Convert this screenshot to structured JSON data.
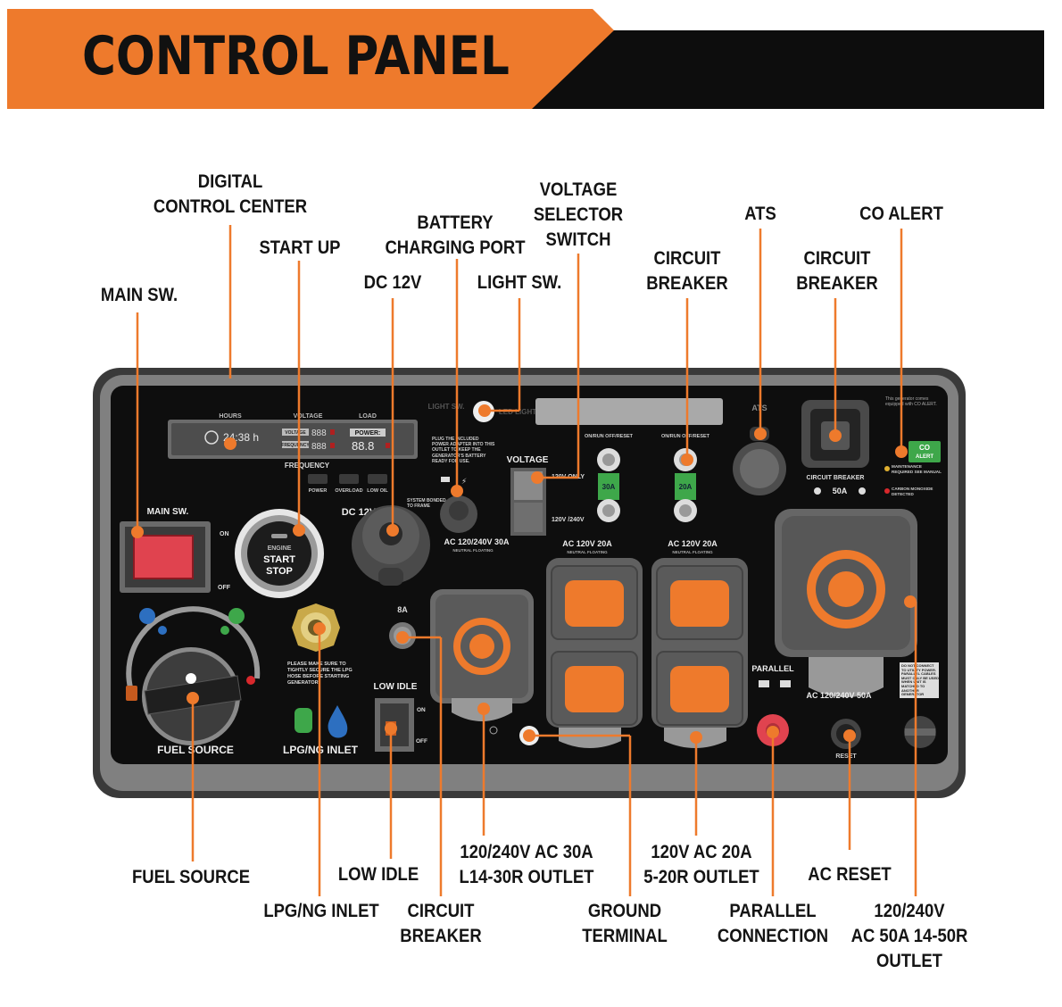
{
  "banner": {
    "title": "CONTROL PANEL",
    "accent": "#ee7a2c",
    "dark": "#0d0d0d"
  },
  "callouts": [
    {
      "id": "digital-control-center",
      "lines": [
        "DIGITAL",
        "CONTROL CENTER"
      ]
    },
    {
      "id": "start-up",
      "lines": [
        "START UP"
      ]
    },
    {
      "id": "main-sw",
      "lines": [
        "MAIN SW."
      ]
    },
    {
      "id": "battery-charging-port",
      "lines": [
        "BATTERY",
        "CHARGING PORT"
      ]
    },
    {
      "id": "dc-12v",
      "lines": [
        "DC 12V"
      ]
    },
    {
      "id": "voltage-selector-switch",
      "lines": [
        "VOLTAGE",
        "SELECTOR",
        "SWITCH"
      ]
    },
    {
      "id": "light-sw",
      "lines": [
        "LIGHT SW."
      ]
    },
    {
      "id": "circuit-breaker-20a",
      "lines": [
        "CIRCUIT",
        "BREAKER"
      ]
    },
    {
      "id": "ats",
      "lines": [
        "ATS"
      ]
    },
    {
      "id": "circuit-breaker-50a",
      "lines": [
        "CIRCUIT",
        "BREAKER"
      ]
    },
    {
      "id": "co-alert",
      "lines": [
        "CO ALERT"
      ]
    },
    {
      "id": "fuel-source",
      "lines": [
        "FUEL SOURCE"
      ]
    },
    {
      "id": "low-idle",
      "lines": [
        "LOW IDLE"
      ]
    },
    {
      "id": "lpg-ng-inlet",
      "lines": [
        "LPG/NG INLET"
      ]
    },
    {
      "id": "circuit-breaker-8a",
      "lines": [
        "CIRCUIT",
        "BREAKER"
      ]
    },
    {
      "id": "l14-30r-outlet",
      "lines": [
        "120/240V AC 30A",
        "L14-30R OUTLET"
      ]
    },
    {
      "id": "ground-terminal",
      "lines": [
        "GROUND",
        "TERMINAL"
      ]
    },
    {
      "id": "5-20r-outlet",
      "lines": [
        "120V AC 20A",
        "5-20R OUTLET"
      ]
    },
    {
      "id": "parallel-connection",
      "lines": [
        "PARALLEL",
        "CONNECTION"
      ]
    },
    {
      "id": "ac-reset",
      "lines": [
        "AC RESET"
      ]
    },
    {
      "id": "14-50r-outlet",
      "lines": [
        "120/240V",
        "AC 50A 14-50R",
        "OUTLET"
      ]
    }
  ],
  "panel": {
    "display": {
      "hours_label": "HOURS",
      "voltage_label": "VOLTAGE",
      "load_label": "LOAD",
      "hours_value": "24:38 h",
      "voltage_box_label": "VOLTAGE",
      "frequency_box_label": "FREQUENCY",
      "reading": "888",
      "power_label": "POWER:",
      "power_value": "88.8",
      "frequency_label": "FREQUENCY"
    },
    "indicators": [
      "POWER",
      "OVERLOAD",
      "LOW OIL"
    ],
    "main_switch": {
      "label": "MAIN SW.",
      "on": "ON",
      "off": "OFF"
    },
    "start_button": [
      "ENGINE",
      "START",
      "STOP"
    ],
    "dc": {
      "label": "DC 12V",
      "note": "SYSTEM BONDED TO FRAME",
      "breaker": "8A"
    },
    "battery_note": "PLUG THE INCLUDED POWER ADAPTER INTO THIS OUTLET TO KEEP THE GENERATOR'S BATTERY READY FOR USE.",
    "light": {
      "sw_label": "LIGHT SW.",
      "led_label": "LED LIGHT"
    },
    "voltage_switch": {
      "title": "VOLTAGE",
      "opt1": "120V ONLY",
      "opt2": "120V /240V"
    },
    "breaker_top": {
      "text": "ON/RUN OFF/RESET",
      "b30": "30A",
      "b20": "20A"
    },
    "outlets": {
      "l14_30": "AC 120/240V 30A",
      "neutral": "NEUTRAL FLOATING",
      "r20a": "AC 120V 20A",
      "r20b": "AC 120V 20A",
      "r50": "AC 120/240V 50A"
    },
    "ats": "ATS",
    "breaker50": {
      "label": "CIRCUIT BREAKER",
      "rating": "50A"
    },
    "co": {
      "badge1": "CO",
      "badge2": "ALERT",
      "warn": "This generator comes equipped with CO ALERT.",
      "maint": "MAINTENANCE REQUIRED SEE MANUAL",
      "co_detect": "CARBON MONOXIDE DETECTED"
    },
    "lpg": {
      "note": "PLEASE MAKE SURE TO TIGHTLY SECURE THE LPG HOSE BEFORE STARTING GENERATOR",
      "label": "LPG/NG INLET"
    },
    "fuel_label": "FUEL SOURCE",
    "low_idle": {
      "title": "LOW IDLE",
      "on": "ON",
      "off": "OFF"
    },
    "parallel": "PARALLEL",
    "reset": "RESET",
    "parallel_note": "DO NOT CONNECT TO UTILITY POWER. PARALLEL CABLES MUST ONLY BE USED WHEN UNIT IS MATCHED TO ANOTHER GENERATOR"
  },
  "colors": {
    "orange": "#ee7a2c",
    "panel": "#0e0e0e",
    "housing": "#2b2b2b",
    "outlet": "#5b5b5b",
    "green": "#3ea74a",
    "red": "#d8282c"
  }
}
